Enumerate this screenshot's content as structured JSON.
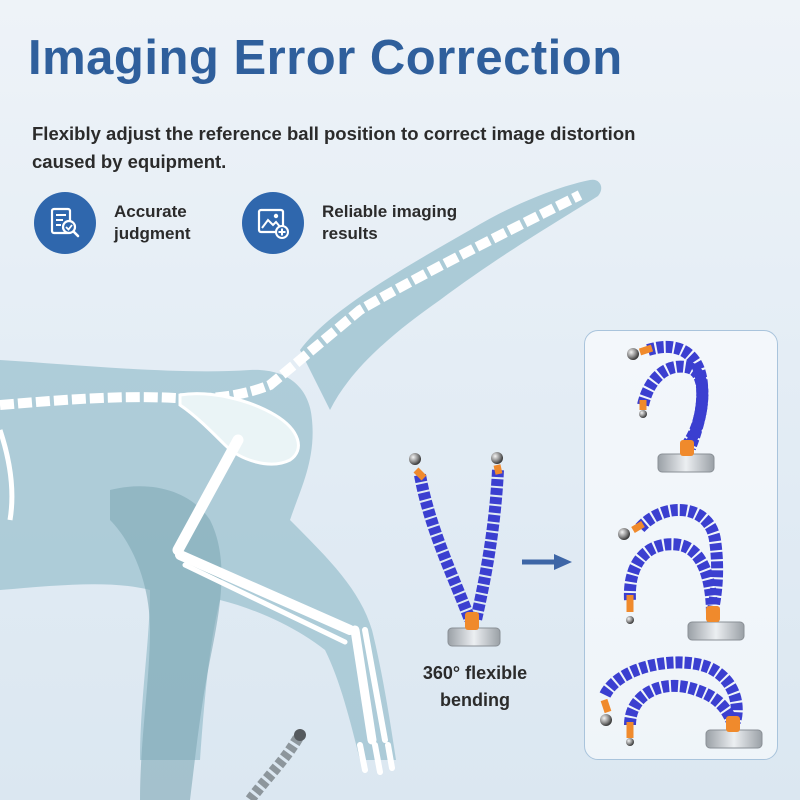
{
  "header": {
    "title": "Imaging Error Correction",
    "subtitle": "Flexibly adjust the reference ball position to correct image distortion caused by equipment."
  },
  "features": [
    {
      "label": "Accurate judgment",
      "icon": "document-search-icon"
    },
    {
      "label": "Reliable imaging results",
      "icon": "image-add-icon"
    }
  ],
  "illustration": {
    "caption": "360° flexible bending"
  },
  "colors": {
    "title": "#2f5f9c",
    "badge": "#2f67ad",
    "arm": "#3b3fd0",
    "joint": "#f08a2c",
    "cat_body": "#9cc2cf",
    "bone": "#ffffff"
  }
}
